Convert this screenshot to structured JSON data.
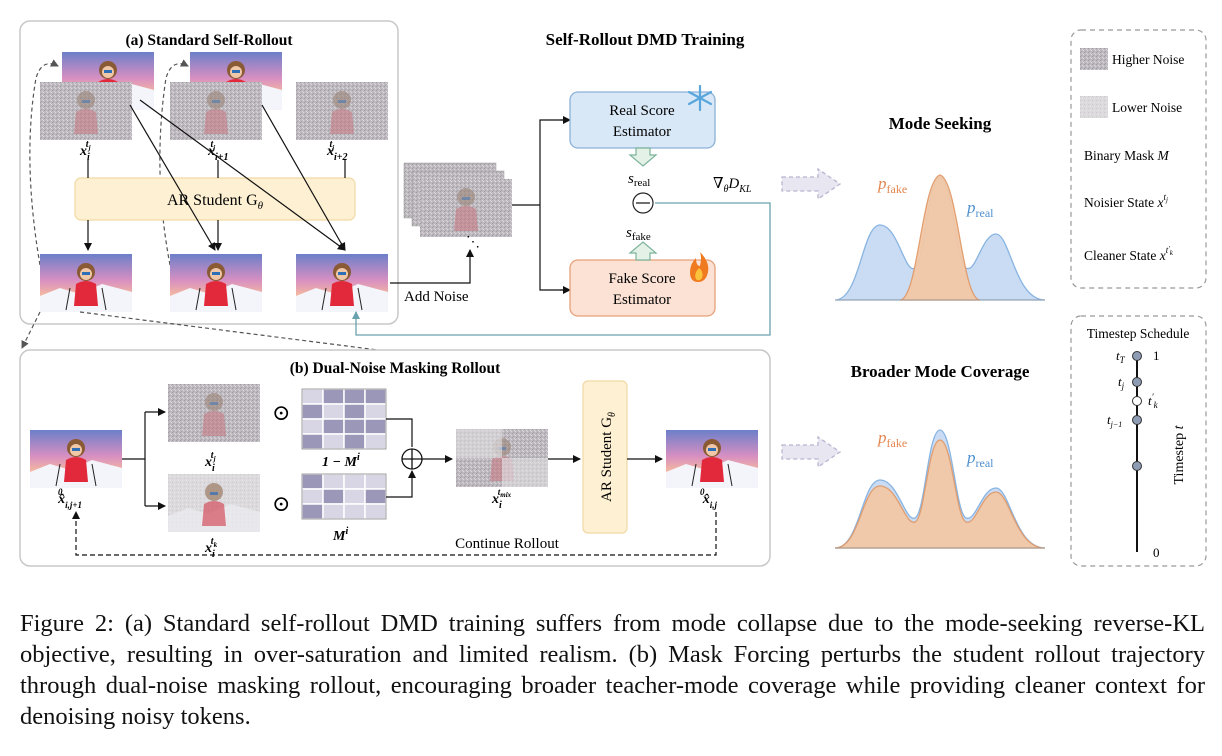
{
  "title": "Self-Rollout DMD Training",
  "panel_a": {
    "title": "(a) Standard Self-Rollout",
    "label_x1": "x",
    "label_x1_sub": "i",
    "label_x1_sup": "t",
    "label_x1_supsub": "j",
    "label_x2_sub": "i+1",
    "label_x3_sub": "i+2",
    "student_label": "AR Student G",
    "student_sub": "θ",
    "add_noise": "Add Noise"
  },
  "estimators": {
    "real": [
      "Real Score",
      "Estimator"
    ],
    "fake": [
      "Fake Score",
      "Estimator"
    ],
    "s_real": "s",
    "s_real_sub": "real",
    "s_fake": "s",
    "s_fake_sub": "fake",
    "grad": "∇",
    "grad_sub": "θ",
    "grad_main": "D",
    "grad_kl": "KL"
  },
  "mode_seeking": {
    "title": "Mode Seeking",
    "p_fake": "p",
    "p_fake_sub": "fake",
    "p_real": "p",
    "p_real_sub": "real"
  },
  "mode_coverage": {
    "title": "Broader Mode Coverage"
  },
  "legend": {
    "higher_noise": "Higher Noise",
    "lower_noise": "Lower Noise",
    "binary_mask": "Binary Mask",
    "binary_mask_var": "M",
    "noisier": "Noisier State",
    "cleaner": "Cleaner State",
    "x": "x",
    "t": "t",
    "j": "j",
    "k": "k"
  },
  "panel_b": {
    "title": "(b) Dual-Noise Masking Rollout",
    "x_hat": "x̂",
    "x_hat_sup": "0",
    "x_hat_in_sub": "i,j+1",
    "x_hat_out_sub": "i,j",
    "one_minus_m": "1 − M",
    "m": "M",
    "m_sup": "i",
    "mix_sup": "mix",
    "student_label": "AR Student G",
    "student_sub": "θ",
    "continue": "Continue Rollout",
    "odot": "⊙",
    "oplus": "⊕"
  },
  "timestep": {
    "title": "Timestep Schedule",
    "axis_label": "Timestep",
    "axis_var": "t",
    "t_top": "t",
    "t_top_sub": "T",
    "t_j": "t",
    "t_j_sub": "j",
    "t_k": "t",
    "t_k_sub": "k",
    "t_jm1": "t",
    "t_jm1_sub": "j−1",
    "one": "1",
    "zero": "0"
  },
  "caption": "Figure 2: (a) Standard self-rollout DMD training suffers from mode collapse due to the mode-seeking reverse-KL objective, resulting in over-saturation and limited realism. (b) Mask Forcing perturbs the student rollout trajectory through dual-noise masking rollout, encouraging broader teacher-mode coverage while providing cleaner context for denoising noisy tokens.",
  "colors": {
    "student_box": "#fdf0d3",
    "real_box": "#d9e8f7",
    "fake_box": "#fbe2d4",
    "fake_dist": "#f2c29c",
    "real_dist": "#b5cfee",
    "mask_dark": "#9b97b9",
    "mask_light": "#d8d6e4"
  }
}
